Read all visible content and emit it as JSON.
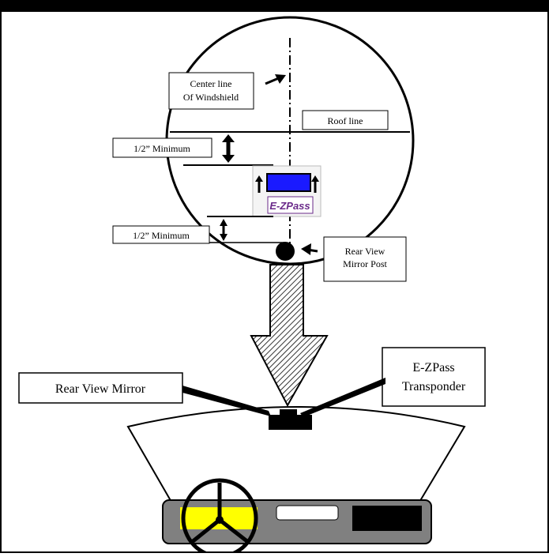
{
  "labels": {
    "center_line": [
      "Center line",
      "Of Windshield"
    ],
    "roof_line": "Roof line",
    "half_inch_top": "1/2” Minimum",
    "half_inch_bottom": "1/2” Minimum",
    "mirror_post": [
      "Rear View",
      "Mirror Post"
    ],
    "rear_view_mirror": "Rear View Mirror",
    "transponder": [
      "E-ZPass",
      "Transponder"
    ]
  },
  "logo_text": "E-ZPass",
  "colors": {
    "frame": "#000000",
    "transponder_blue": "#1a1aff",
    "logo_purple": "#6a2a8a",
    "dash_gray": "#808080",
    "gauge_yellow": "#ffff00",
    "arrow_hatch": "#000000"
  }
}
